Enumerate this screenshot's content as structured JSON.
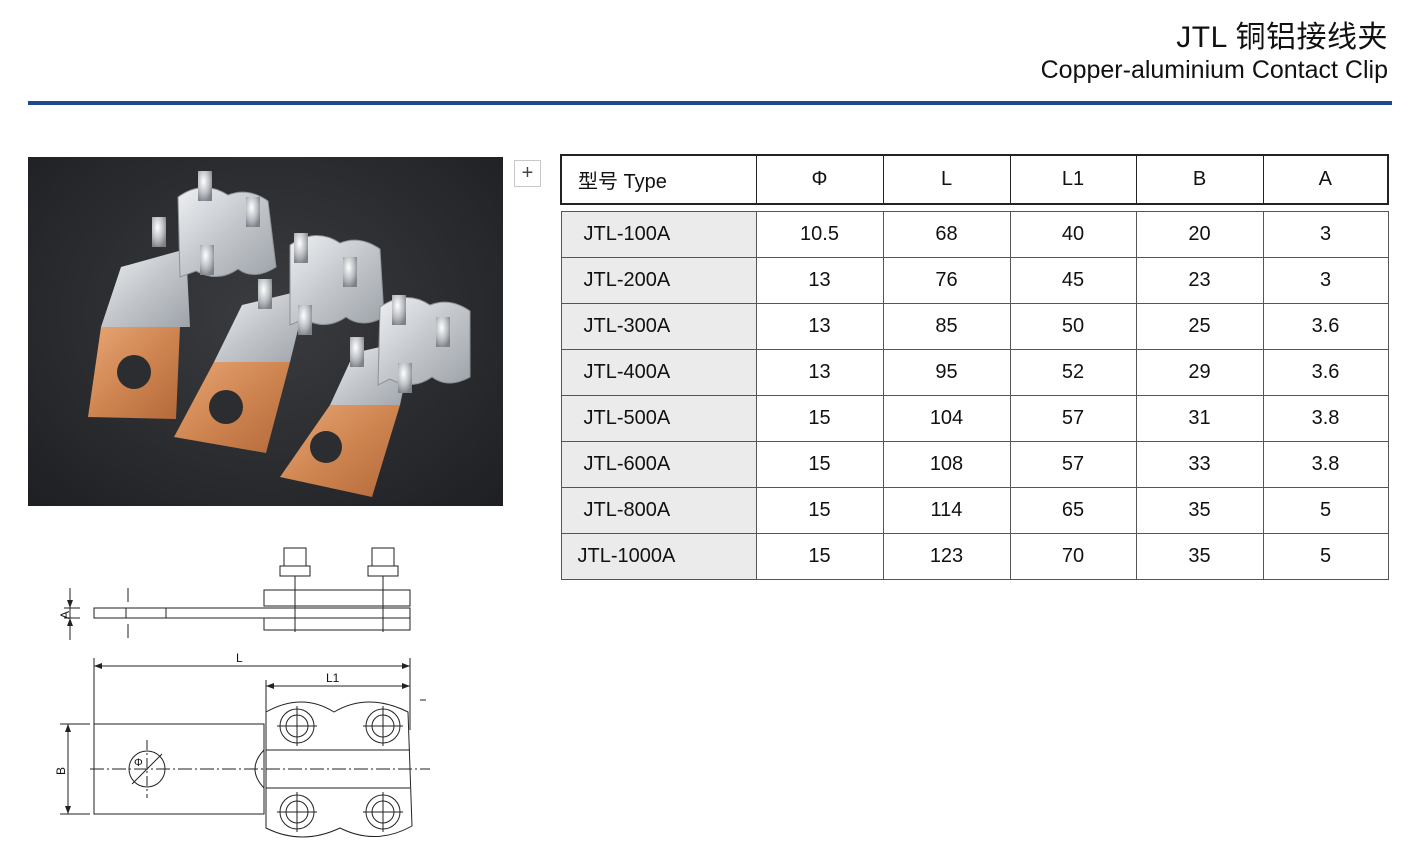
{
  "header": {
    "title_cn": "JTL 铜铝接线夹",
    "title_en": "Copper-aluminium Contact Clip"
  },
  "expand_button_label": "+",
  "drawing": {
    "label_a": "A",
    "label_l": "L",
    "label_l1": "L1",
    "label_b": "B",
    "label_phi": "Φ"
  },
  "table": {
    "headers": [
      "型号 Type",
      "Φ",
      "L",
      "L1",
      "B",
      "A"
    ],
    "rows": [
      [
        "JTL-100A",
        "10.5",
        "68",
        "40",
        "20",
        "3"
      ],
      [
        "JTL-200A",
        "13",
        "76",
        "45",
        "23",
        "3"
      ],
      [
        "JTL-300A",
        "13",
        "85",
        "50",
        "25",
        "3.6"
      ],
      [
        "JTL-400A",
        "13",
        "95",
        "52",
        "29",
        "3.6"
      ],
      [
        "JTL-500A",
        "15",
        "104",
        "57",
        "31",
        "3.8"
      ],
      [
        "JTL-600A",
        "15",
        "108",
        "57",
        "33",
        "3.8"
      ],
      [
        "JTL-800A",
        "15",
        "114",
        "65",
        "35",
        "5"
      ],
      [
        "JTL-1000A",
        "15",
        "123",
        "70",
        "35",
        "5"
      ]
    ]
  },
  "colors": {
    "rule": "#1e4a8c",
    "model_cell_bg": "#ebebeb",
    "photo_bg": "#2a2c2f",
    "copper": "#d08a55",
    "aluminium": "#c9ccd0"
  }
}
